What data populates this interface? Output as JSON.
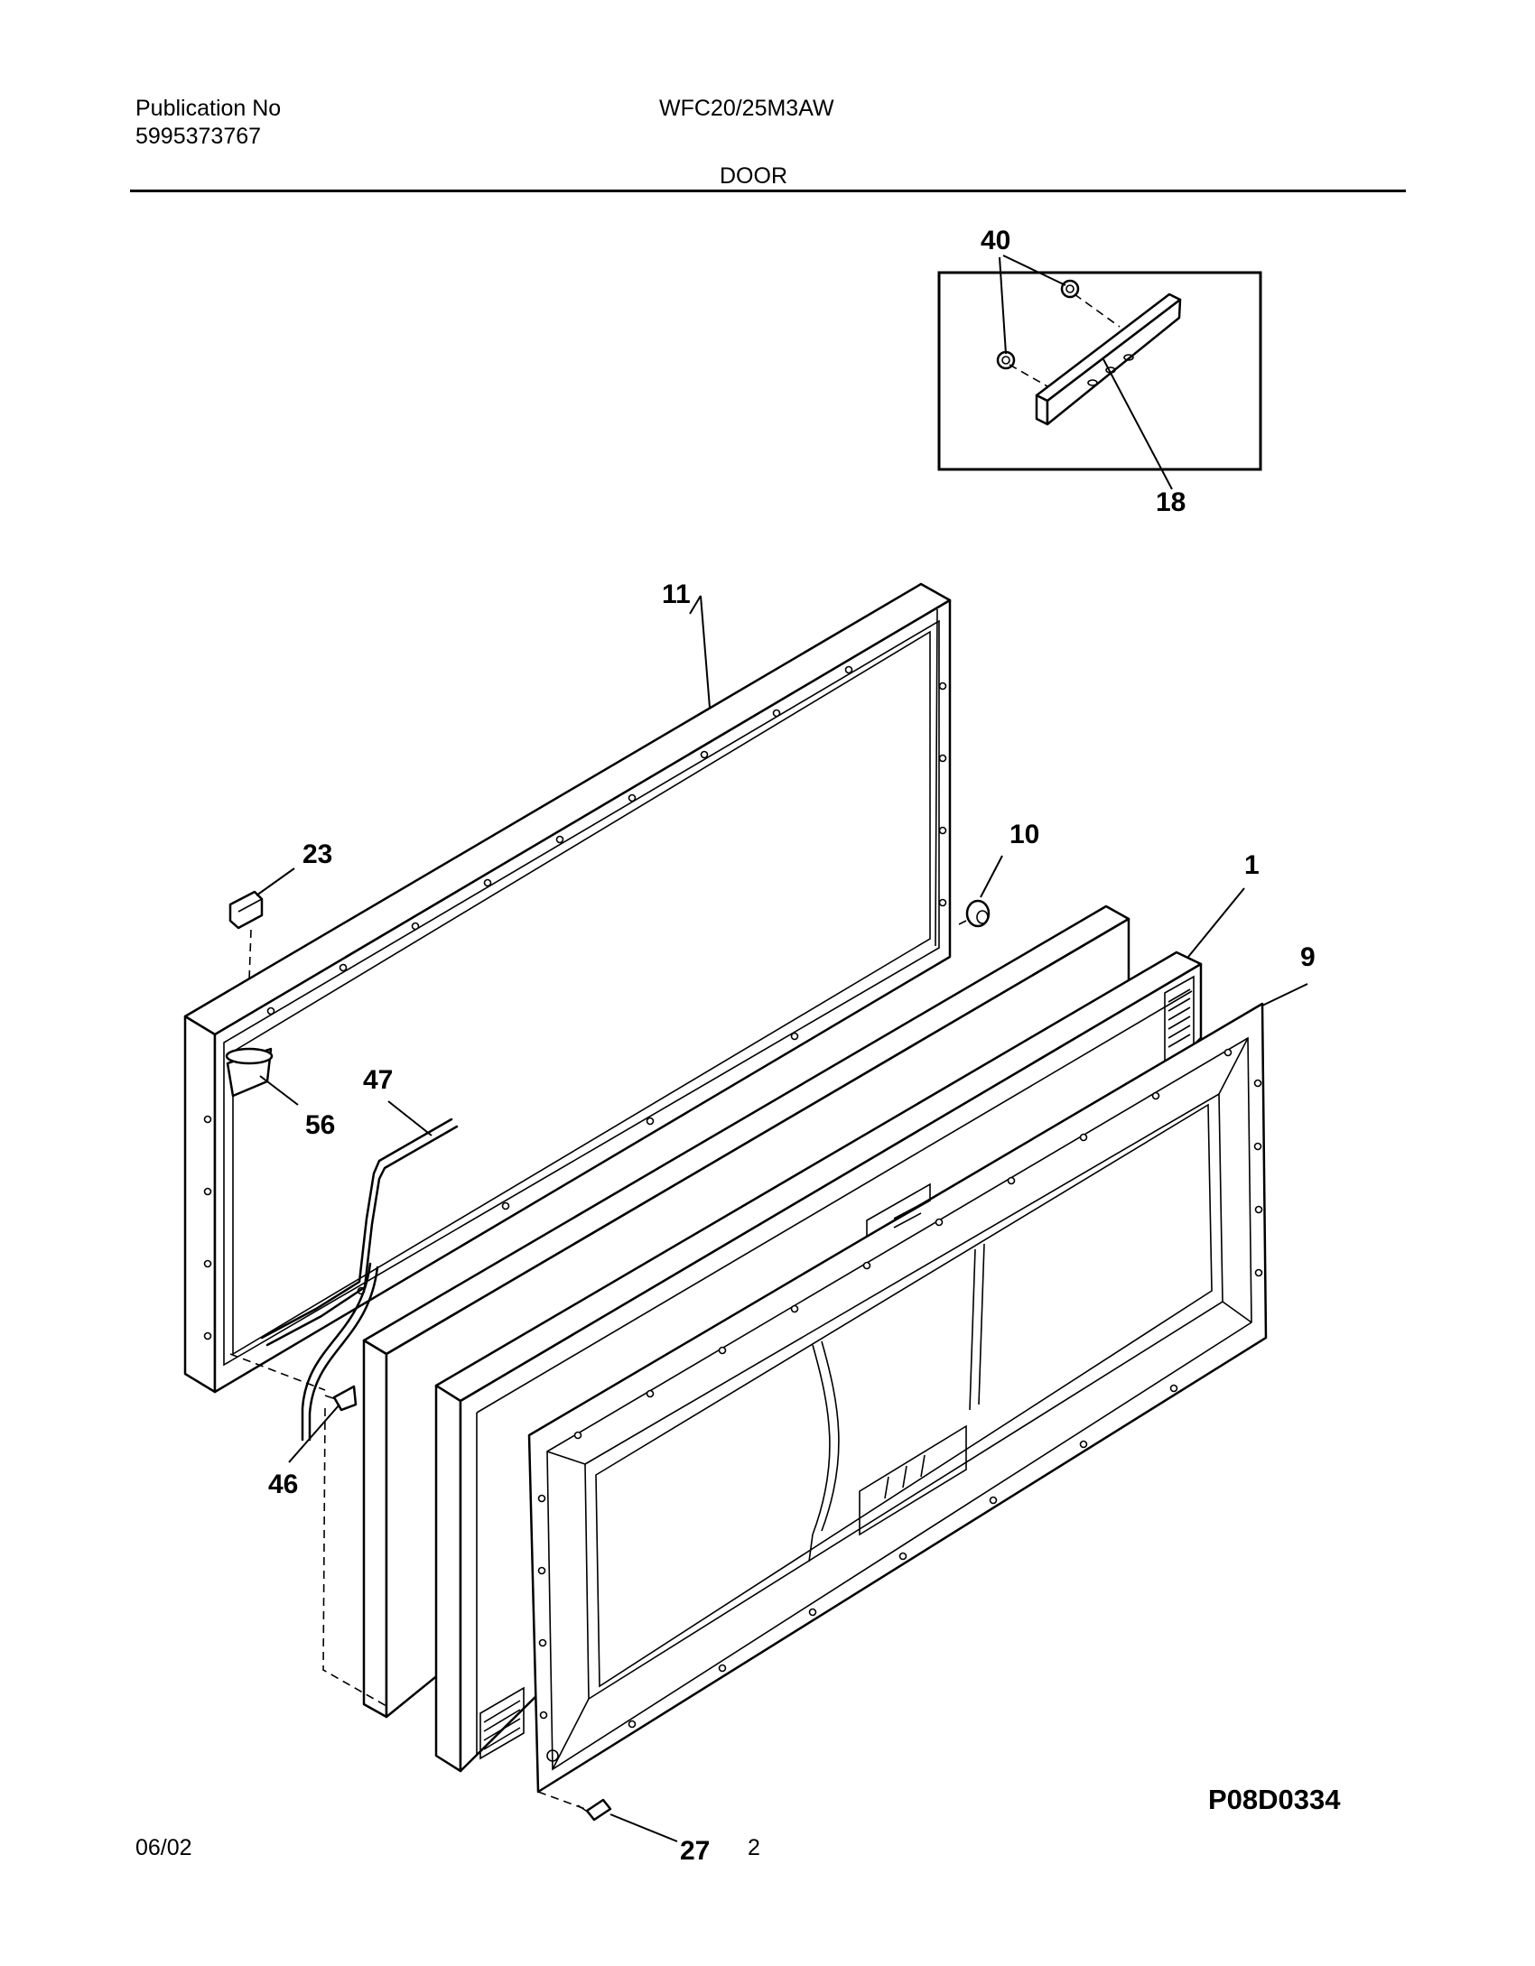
{
  "header": {
    "publication_label": "Publication No",
    "publication_number": "5995373767",
    "model": "WFC20/25M3AW",
    "section_title": "DOOR"
  },
  "diagram": {
    "callouts": [
      "40",
      "18",
      "11",
      "23",
      "10",
      "1",
      "9",
      "47",
      "56",
      "46",
      "27"
    ],
    "drawing_code": "P08D0334"
  },
  "footer": {
    "date": "06/02",
    "page": "2"
  }
}
